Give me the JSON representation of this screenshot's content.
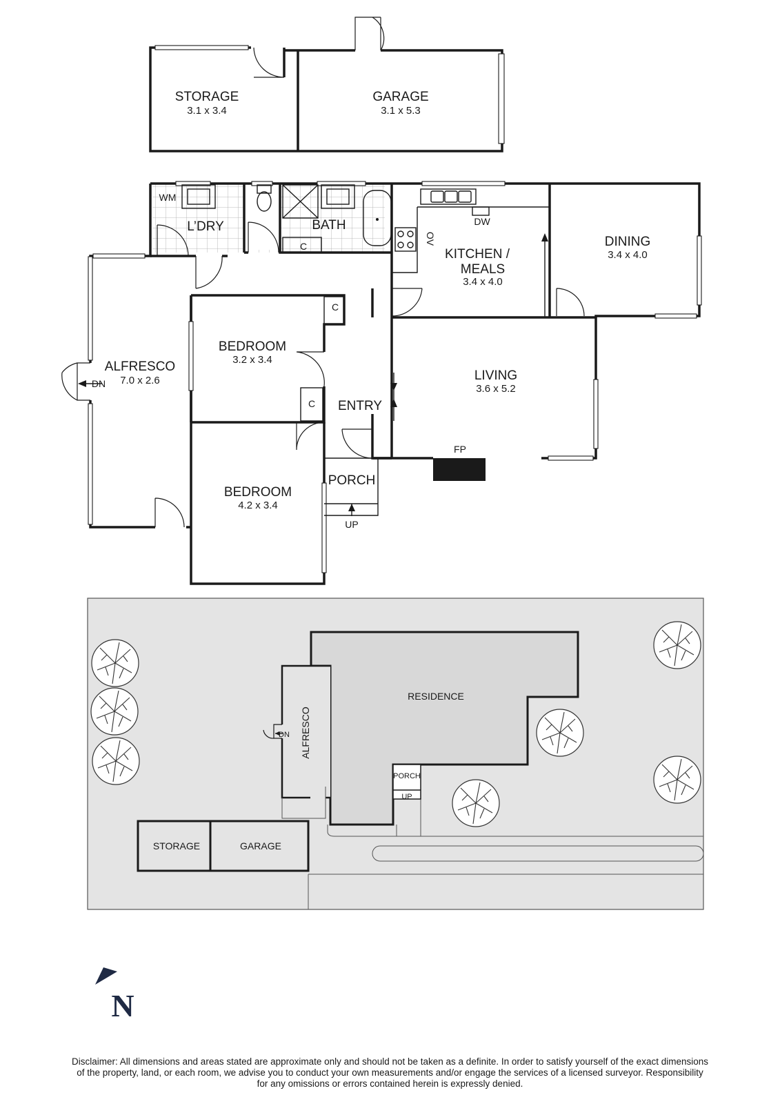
{
  "rooms": {
    "storage": {
      "label": "STORAGE",
      "dim": "3.1 x 3.4"
    },
    "garage": {
      "label": "GARAGE",
      "dim": "3.1 x 5.3"
    },
    "laundry": {
      "label": "L’DRY"
    },
    "wm": {
      "label": "WM"
    },
    "bath": {
      "label": "BATH"
    },
    "kitchen": {
      "label1": "KITCHEN /",
      "label2": "MEALS",
      "dim": "3.4 x 4.0"
    },
    "dw": {
      "label": "DW"
    },
    "ov": {
      "label": "OV"
    },
    "dining": {
      "label": "DINING",
      "dim": "3.4 x 4.0"
    },
    "alfresco": {
      "label": "ALFRESCO",
      "dim": "7.0 x 2.6"
    },
    "bedroom1": {
      "label": "BEDROOM",
      "dim": "3.2 x 3.4"
    },
    "bedroom2": {
      "label": "BEDROOM",
      "dim": "4.2 x 3.4"
    },
    "entry": {
      "label": "ENTRY"
    },
    "living": {
      "label": "LIVING",
      "dim": "3.6 x 5.2"
    },
    "fp": {
      "label": "FP"
    },
    "porch": {
      "label": "PORCH"
    },
    "closet": {
      "label": "C"
    },
    "dn": {
      "label": "DN"
    },
    "up": {
      "label": "UP"
    }
  },
  "site": {
    "residence": "RESIDENCE",
    "alfresco": "ALFRESCO",
    "porch": "PORCH",
    "up": "UP",
    "dn": "DN",
    "storage": "STORAGE",
    "garage": "GARAGE"
  },
  "north": {
    "label": "N"
  },
  "disclaimer": {
    "line1": "Disclaimer: All dimensions and areas stated are approximate only and should not be taken as a definite. In order to satisfy yourself of the exact dimensions",
    "line2": "of the property, land, or each room, we advise you to conduct your own measurements and/or engage the services of a licensed surveyor. Responsibility",
    "line3": "for any omissions or errors contained herein is expressly denied."
  }
}
